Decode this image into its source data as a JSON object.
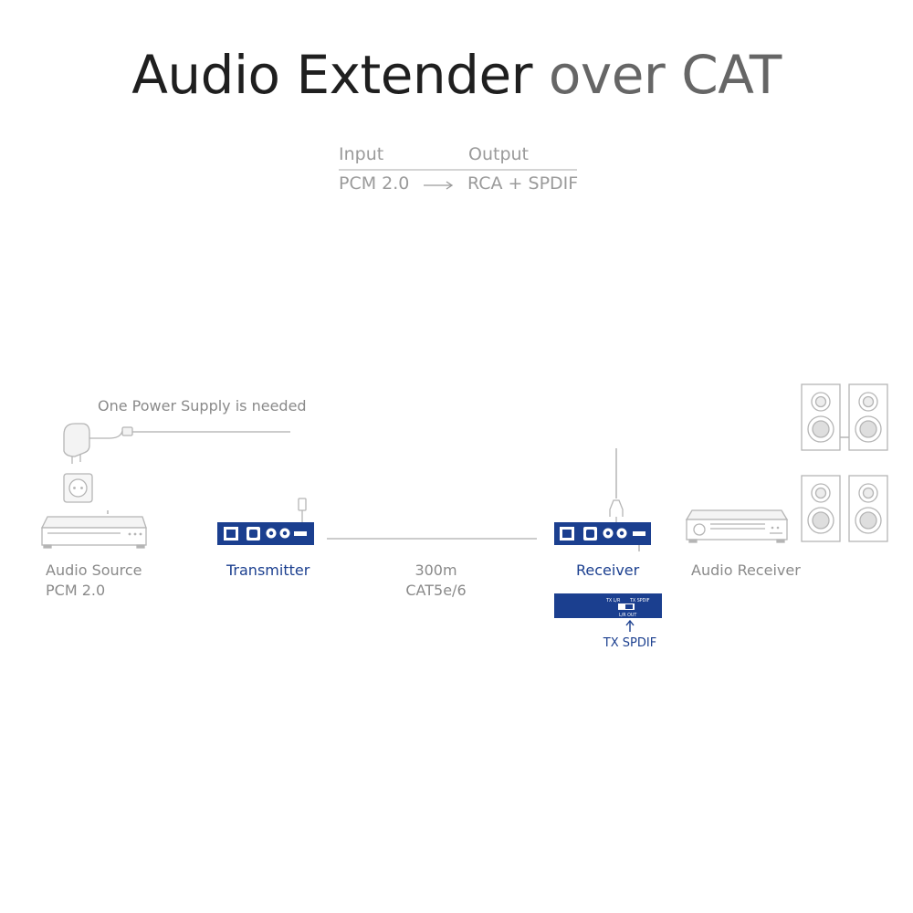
{
  "title": {
    "main": "Audio Extender",
    "sub": "over CAT"
  },
  "io_table": {
    "input_header": "Input",
    "output_header": "Output",
    "input_value": "PCM 2.0",
    "output_value": "RCA + SPDIF"
  },
  "labels": {
    "power_note": "One Power Supply is needed",
    "source_name": "Audio Source",
    "source_format": "PCM 2.0",
    "transmitter": "Transmitter",
    "distance": "300m",
    "cable": "CAT5e/6",
    "receiver": "Receiver",
    "audio_receiver": "Audio Receiver",
    "switch_mode": "TX SPDIF"
  },
  "switch_panel": {
    "left_label": "TX L/R",
    "right_label": "TX SPDIF",
    "bottom_label": "L/R OUT"
  },
  "colors": {
    "device_blue": "#1b3f8f",
    "line_gray": "#bbbbbb",
    "device_outline": "#b5b5b5",
    "text_gray": "#8a8a8a"
  },
  "icons": [
    "power-adapter-icon",
    "wall-socket-icon",
    "cd-player-icon",
    "speaker-icon",
    "av-receiver-icon",
    "rj45-port-icon",
    "optical-port-icon",
    "rca-port-icon"
  ]
}
